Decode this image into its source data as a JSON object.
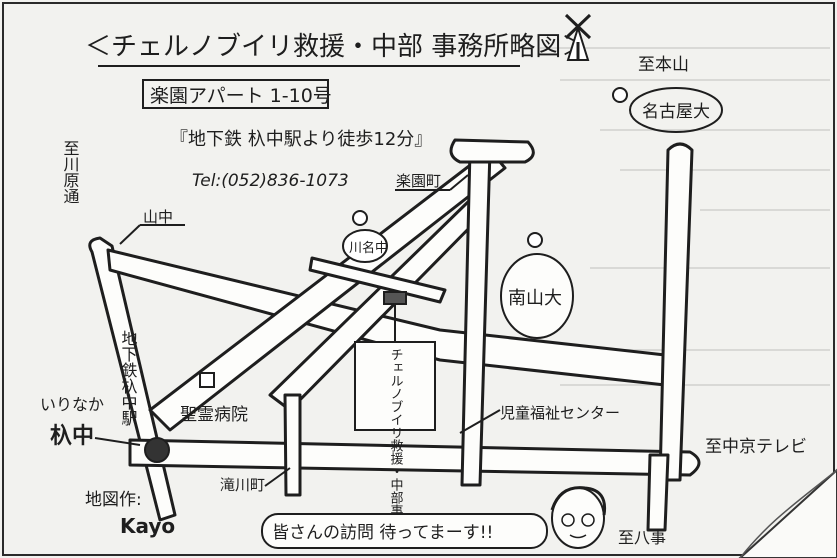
{
  "title": "＜チェルノブイリ救援・中部 事務所略図＞",
  "address": "楽園アパート 1-10号",
  "access": "『地下鉄 杁中駅より徒歩12分』",
  "tel": "Tel:(052)836-1073",
  "directions": {
    "to_motoyama": "至本山",
    "to_kawana": "至川原通",
    "to_chukyo_tv": "至中京テレビ",
    "to_yagoto": "至八事"
  },
  "places": {
    "nagoya_univ": "名古屋大",
    "nanzan_univ": "南山大",
    "kawana_school": "川名中",
    "rakuen_cho": "楽園町",
    "yamanaka": "山中",
    "office": "チェルノブイリ救援・中部事務局",
    "subway_station": "地下鉄杁中駅",
    "irinaka_kana": "いりなか",
    "irinaka": "杁中",
    "hospital": "聖霊病院",
    "welfare_center": "児童福祉センター",
    "takigawa": "滝川町"
  },
  "credit": {
    "label": "地図作:",
    "name": "Kayo"
  },
  "message": "皆さんの訪問 待ってまーす!!",
  "icons": [
    "windmill-icon",
    "school-icon",
    "hospital-icon",
    "station-icon",
    "office-building-icon",
    "person-drawing"
  ]
}
